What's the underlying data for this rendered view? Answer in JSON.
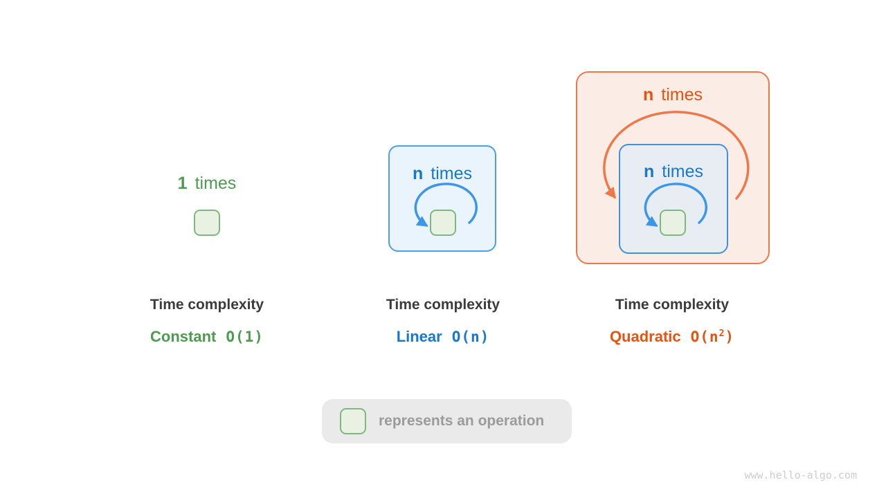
{
  "diagram": {
    "watermark": "www.hello-algo.com",
    "legend": {
      "label": "represents an operation",
      "swatch": "operation-square"
    },
    "panels": [
      {
        "id": "constant",
        "loop_count": "1",
        "loop_word": "times",
        "title": "Time complexity",
        "name": "Constant",
        "notation": {
          "prefix": "O(1)",
          "sup": "",
          "suffix": ""
        },
        "accent": "#4C9B50"
      },
      {
        "id": "linear",
        "loop_count": "n",
        "loop_word": "times",
        "title": "Time complexity",
        "name": "Linear",
        "notation": {
          "prefix": "O(n)",
          "sup": "",
          "suffix": ""
        },
        "accent": "#1878CC"
      },
      {
        "id": "quadratic",
        "outer_loop_count": "n",
        "outer_loop_word": "times",
        "inner_loop_count": "n",
        "inner_loop_word": "times",
        "title": "Time complexity",
        "name": "Quadratic",
        "notation": {
          "prefix": "O(n",
          "sup": "2",
          "suffix": ")"
        },
        "accent": "#E5530F"
      }
    ],
    "colors": {
      "green_text": "#4C9B50",
      "green_square_fill": "#E9F1E2",
      "green_square_border": "#7EB87E",
      "blue_text": "#1878CC",
      "blue_box_fill": "#E9F4FC",
      "blue_box_border": "#4BA0E4",
      "blue_arrow": "#3D96E8",
      "inner_box_fill": "#E8EDF3",
      "inner_box_border": "#4190DC",
      "orange_text": "#E5530F",
      "orange_box_fill": "#FBEDE5",
      "orange_box_border": "#EF7849",
      "orange_arrow": "#EF7849",
      "title_text": "#3B3B3B",
      "legend_bg": "#EAEAEA",
      "legend_text": "#9B9B9B",
      "watermark_text": "#CDCDCD"
    }
  }
}
